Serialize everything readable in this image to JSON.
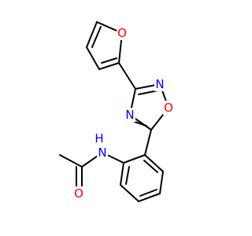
{
  "molecule": {
    "colors": {
      "bond": "#000000",
      "O": "#ff0000",
      "N": "#0000ff",
      "background": "#ffffff"
    },
    "atoms": {
      "o_furan": "O",
      "o_oxadiazole": "O",
      "n_oxadiazole_2": "N",
      "n_oxadiazole_4": "N",
      "n_amide": "N",
      "h_amide": "H",
      "o_carbonyl": "O"
    }
  }
}
